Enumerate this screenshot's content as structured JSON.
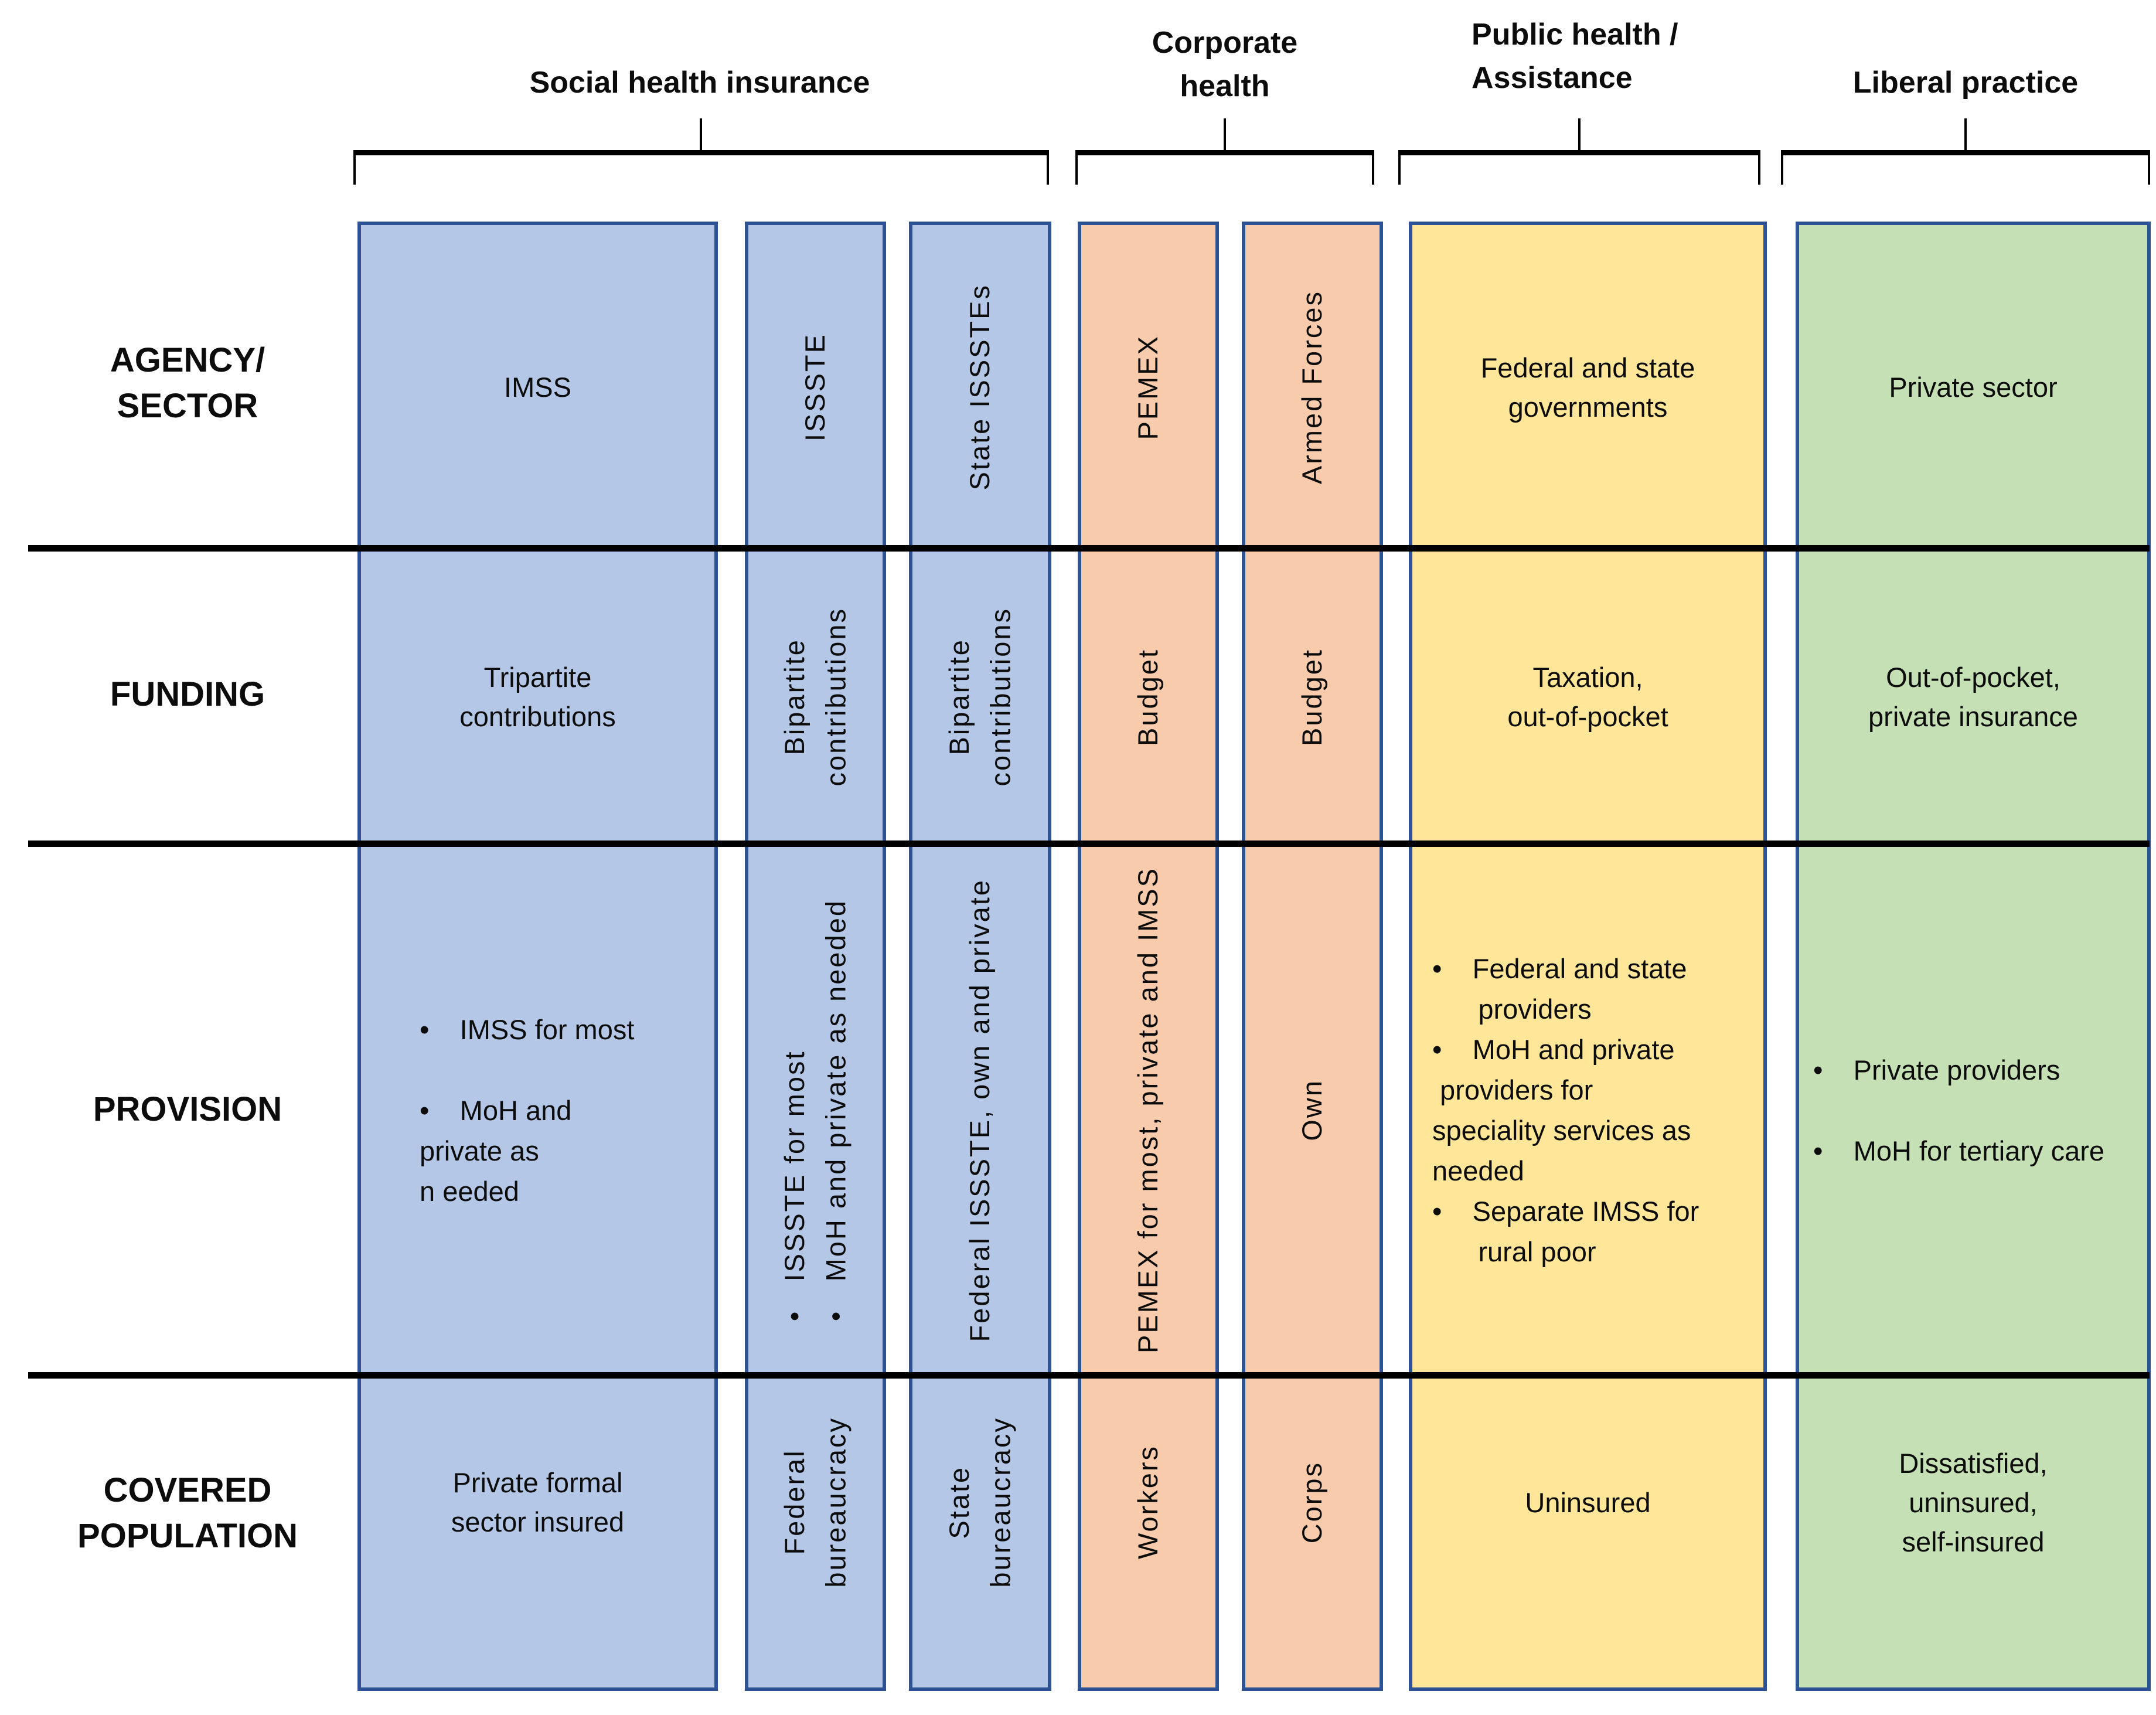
{
  "groups": [
    {
      "label": "Social health insurance"
    },
    {
      "label": "Corporate\nhealth"
    },
    {
      "label": "Public health /\nAssistance"
    },
    {
      "label": "Liberal practice"
    }
  ],
  "rows": [
    {
      "label": "AGENCY/\nSECTOR"
    },
    {
      "label": "FUNDING"
    },
    {
      "label": "PROVISION"
    },
    {
      "label": "COVERED\nPOPULATION"
    }
  ],
  "columns": [
    {
      "name": "IMSS",
      "cells": {
        "agency": "IMSS",
        "funding": "Tripartite\ncontributions",
        "provision": "•    IMSS for most\n\n•    MoH and\nprivate as\nn eeded",
        "covered": "Private formal\nsector insured"
      }
    },
    {
      "name": "ISSSTE",
      "cells": {
        "agency": "ISSSTE",
        "funding": "Bipartite\ncontributions",
        "provision": "•   ISSSTE for most\n•   MoH and private as needed",
        "covered": "Federal\nbureaucracy"
      }
    },
    {
      "name": "State ISSSTEs",
      "cells": {
        "agency": "State ISSSTEs",
        "funding": "Bipartite\ncontributions",
        "provision": "Federal ISSSTE, own and private",
        "covered": "State\nbureaucracy"
      }
    },
    {
      "name": "PEMEX",
      "cells": {
        "agency": "PEMEX",
        "funding": "Budget",
        "provision": "PEMEX for most, private and IMSS",
        "covered": "Workers"
      }
    },
    {
      "name": "Armed Forces",
      "cells": {
        "agency": "Armed Forces",
        "funding": "Budget",
        "provision": "Own",
        "covered": "Corps"
      }
    },
    {
      "name": "Federal and state governments",
      "cells": {
        "agency": "Federal and state\ngovernments",
        "funding": "Taxation,\nout-of-pocket",
        "provision": "•    Federal and state\n      providers\n•    MoH and private\n providers for\nspeciality services as\nneeded\n•    Separate IMSS for\n      rural poor",
        "covered": "Uninsured"
      }
    },
    {
      "name": "Private sector",
      "cells": {
        "agency": "Private sector",
        "funding": "Out-of-pocket,\nprivate insurance",
        "provision": "•    Private providers\n\n•    MoH for tertiary care",
        "covered": "Dissatisfied,\nuninsured,\nself-insured"
      }
    }
  ],
  "colors": {
    "fill_blue": "#b4c7e7",
    "fill_orange": "#f8cbad",
    "fill_yellow": "#ffe699",
    "fill_green": "#c5e0b4",
    "border_blue": "#2f5496",
    "line_black": "#000000"
  }
}
